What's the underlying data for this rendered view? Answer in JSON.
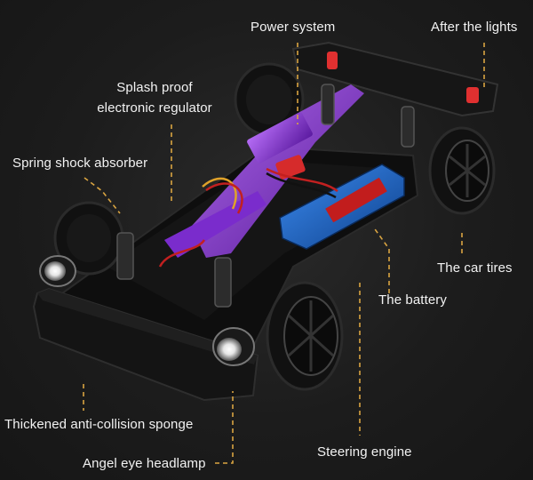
{
  "image": {
    "description_icon": "rc-drift-car-chassis"
  },
  "colors": {
    "accent": "#d9a441",
    "background": "#1c1c1c",
    "anodized": "#8a2be2",
    "battery": "#1e6fd9"
  },
  "labels": {
    "power_system": "Power system",
    "after_the_lights": "After the lights",
    "splash_proof_line1": "Splash proof",
    "splash_proof_line2": "electronic regulator",
    "spring_shock": "Spring shock absorber",
    "car_tires": "The car tires",
    "battery": "The battery",
    "sponge": "Thickened anti-collision sponge",
    "steering_engine": "Steering engine",
    "angel_eye": "Angel eye headlamp"
  }
}
